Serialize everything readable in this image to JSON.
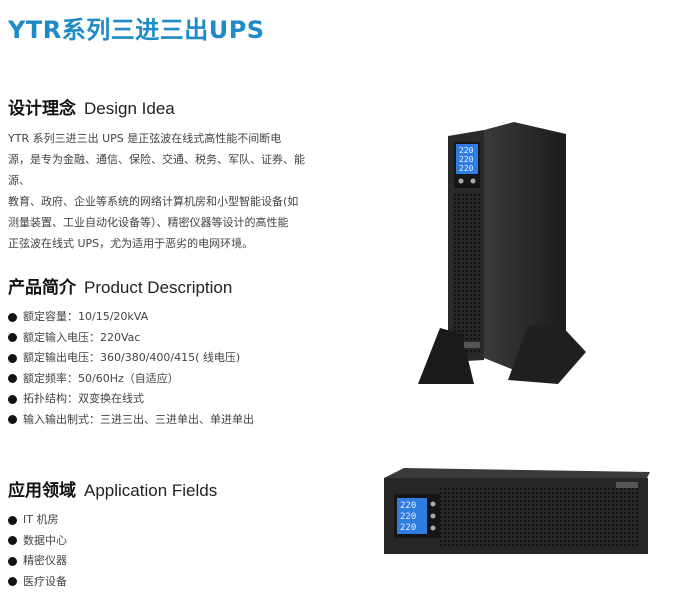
{
  "title": "YTR系列三进三出UPS",
  "design": {
    "heading_zh": "设计理念",
    "heading_en": "Design Idea",
    "lines": [
      "YTR 系列三进三出 UPS 是正弦波在线式高性能不间断电",
      "源，是专为金融、通信、保险、交通、税务、军队、证券、能源、",
      "教育、政府、企业等系统的网络计算机房和小型智能设备(如",
      "测量装置、工业自动化设备等）、精密仪器等设计的高性能",
      "正弦波在线式 UPS，尤为适用于恶劣的电网环境。"
    ]
  },
  "product": {
    "heading_zh": "产品简介",
    "heading_en": "Product Description",
    "items": [
      "额定容量：10/15/20kVA",
      "额定输入电压：220Vac",
      "额定输出电压：360/380/400/415( 线电压)",
      "额定频率：50/60Hz（自适应）",
      "拓扑结构：双变换在线式",
      "输入输出制式：三进三出、三进单出、单进单出"
    ]
  },
  "application": {
    "heading_zh": "应用领域",
    "heading_en": "Application Fields",
    "items": [
      "IT 机房",
      "数据中心",
      "精密仪器",
      "医疗设备"
    ]
  },
  "display_readouts": [
    "220",
    "220",
    "220"
  ],
  "colors": {
    "title": "#1e8ac8",
    "lcd": "#2f7de0",
    "body": "#2a2a2a"
  }
}
